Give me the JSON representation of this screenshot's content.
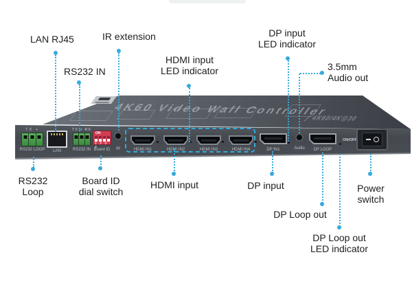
{
  "colors": {
    "leader": "#35aadc",
    "label_text": "#1d1d1f",
    "panel": "#4a4e55",
    "dip_red": "#d23c50",
    "terminal_green": "#4f9e4f"
  },
  "device": {
    "title": "4K60 Video Wall Controller",
    "badge": "4K60/4K@30",
    "ports": {
      "rs232_loop": {
        "pins": "TX +",
        "label": "RS232 LOOP"
      },
      "lan": {
        "label": "LAN"
      },
      "rs232_in": {
        "pins": "TX + RX",
        "label": "RS232 IN"
      },
      "board_id": {
        "on": "ON",
        "numbers": "1 2 3 4",
        "label": "Board ID"
      },
      "ir": {
        "label": "IR"
      },
      "hdmi": [
        {
          "label": "HDMI IN1"
        },
        {
          "label": "HDMI IN2"
        },
        {
          "label": "HDMI IN3"
        },
        {
          "label": "HDMI IN4"
        }
      ],
      "dp_in": {
        "label": "DP IN1"
      },
      "audio": {
        "label": "Audio"
      },
      "dp_loop": {
        "label": "DP LOOP"
      },
      "power": {
        "label": "ON/OFF"
      }
    }
  },
  "callouts": {
    "lan": "LAN RJ45",
    "ir": "IR extension",
    "rs232_in": "RS232 IN",
    "hdmi_led": "HDMI input\nLED indicator",
    "dp_led": "DP input\nLED indicator",
    "audio": "3.5mm\nAudio out",
    "rs232_loop": "RS232\nLoop",
    "board_id": "Board ID\ndial switch",
    "hdmi_input": "HDMI input",
    "dp_input": "DP input",
    "dp_loop": "DP Loop out",
    "power": "Power\nswitch",
    "dp_loop_led": "DP Loop out\nLED indicator"
  }
}
